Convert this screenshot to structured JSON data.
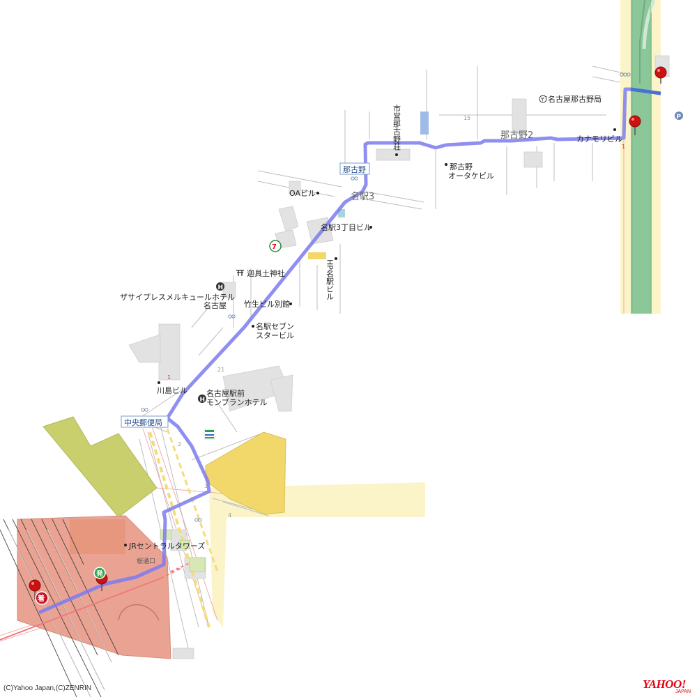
{
  "map": {
    "station_labels": {
      "nagono": "那古野",
      "chuo_yubinkyoku": "中央郵便局"
    },
    "district_labels": {
      "nagono2": "那古野2",
      "meieki3": "名駅3"
    },
    "building_labels": {
      "shiei_nagono_so": "市営那古野荘",
      "nagoya_nagono_post": "〒名古屋那古野局",
      "kanamori_bldg": "カナモリビル",
      "nagono_ota_bldg": "那古野\nオータケビル",
      "oa_bldg": "OAビル",
      "meieki3chome_bldg": "名駅3丁目ビル",
      "hp_meieki_bldg": "HP名駅ビル",
      "kumogu_shrine": "迦具土神社",
      "cypress_hotel_line1": "ザサイプレスメルキュールホテル",
      "cypress_hotel_line2": "名古屋",
      "takeo_bldg_bekkan": "竹生ビル別館",
      "meieki_seven_star_line1": "名駅セブン",
      "meieki_seven_star_line2": "スタービル",
      "kawashima_bldg": "川島ビル",
      "montblanc_hotel_line1": "名古屋駅前",
      "montblanc_hotel_line2": "モンブランホテル",
      "jr_central_towers": "JRセントラルタワーズ",
      "sakuradori_exit": "桜通口"
    },
    "markers": {
      "arrival_label": "着",
      "start_label": "発"
    },
    "small_numbers": [
      "15",
      "21",
      "1",
      "2",
      "3",
      "4",
      "1"
    ],
    "icons": [
      "seven-eleven-icon",
      "familymart-icon",
      "hotel-icon",
      "shrine-icon",
      "post-office-icon",
      "parking-icon",
      "bus-stop-icon",
      "pin-icon"
    ],
    "colors": {
      "route": "#7b7bf0",
      "highway": "#8cc79a",
      "highway_shoulder": "#fbf4c8",
      "station_building": "#eaa393",
      "large_building": "#c9cf6d",
      "yellow_block": "#f2d76b",
      "pin": "#cc1111"
    }
  },
  "footer": {
    "copyright": "(C)Yahoo Japan,(C)ZENRIN",
    "logo_text": "YAHOO!",
    "logo_sub": "JAPAN"
  }
}
